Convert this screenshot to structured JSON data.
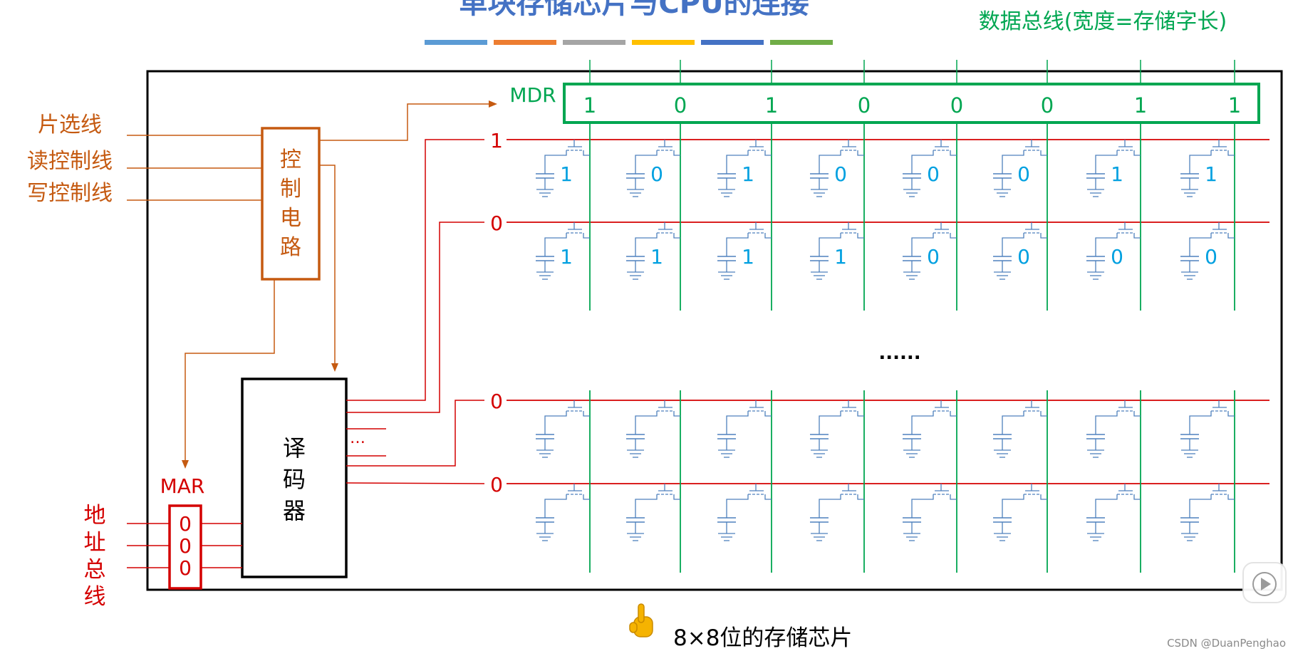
{
  "title": "单块存储芯片与CPU的连接",
  "title_underline_colors": [
    "#5B9BD5",
    "#ED7D31",
    "#A5A5A5",
    "#FFC000",
    "#4472C4",
    "#70AD47"
  ],
  "data_bus_label": "数据总线(宽度=存储字长)",
  "mdr": {
    "label": "MDR",
    "bits": [
      "1",
      "0",
      "1",
      "0",
      "0",
      "0",
      "1",
      "1"
    ]
  },
  "control_lines": [
    "片选线",
    "读控制线",
    "写控制线"
  ],
  "control_circuit_label": [
    "控",
    "制",
    "电",
    "路"
  ],
  "decoder_label": [
    "译",
    "码",
    "器"
  ],
  "decoder_ellipsis": "…",
  "mar": {
    "label": "MAR",
    "bits": [
      "0",
      "0",
      "0"
    ]
  },
  "address_bus_label": [
    "地",
    "址",
    "总",
    "线"
  ],
  "word_lines": [
    "1",
    "0",
    "0",
    "0"
  ],
  "memory_rows": [
    [
      "1",
      "0",
      "1",
      "0",
      "0",
      "0",
      "1",
      "1"
    ],
    [
      "1",
      "1",
      "1",
      "1",
      "0",
      "0",
      "0",
      "0"
    ],
    [
      "",
      "",
      "",
      "",
      "",
      "",
      "",
      ""
    ],
    [
      "",
      "",
      "",
      "",
      "",
      "",
      "",
      ""
    ]
  ],
  "rows_ellipsis": "......",
  "caption": "8×8位的存储芯片",
  "pointer_icon": "pointing-hand-icon",
  "watermark": "CSDN @DuanPenghao",
  "colors": {
    "title": "#4472C4",
    "data_bus": "#00A651",
    "word_line": "#D40000",
    "control": "#C55A11",
    "cell": "#4F81BD",
    "bit_value": "#00A0E0"
  }
}
